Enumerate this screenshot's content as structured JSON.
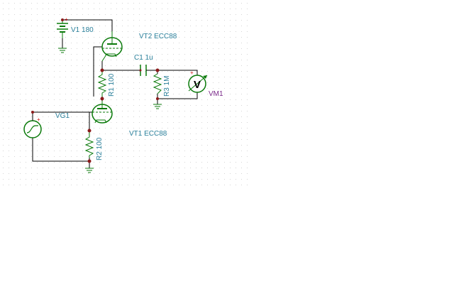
{
  "colors": {
    "wire": "#000000",
    "component": "#0a7a0a",
    "label": "#2a7f9a",
    "meter_label": "#7b2a8a",
    "node": "#8b1a1a",
    "polarity": "#cc1111",
    "grid_dot": "#d4d4d4",
    "background": "#ffffff"
  },
  "components": {
    "v1": {
      "name": "V1",
      "value": "180"
    },
    "vt2": {
      "name": "VT2",
      "model": "ECC88"
    },
    "vt1": {
      "name": "VT1",
      "model": "ECC88"
    },
    "c1": {
      "name": "C1",
      "value": "1u"
    },
    "r1": {
      "name": "R1",
      "value": "100"
    },
    "r2": {
      "name": "R2",
      "value": "100"
    },
    "r3": {
      "name": "R3",
      "value": "1M"
    },
    "vg1": {
      "name": "VG1"
    },
    "vm1": {
      "name": "VM1",
      "symbol": "V"
    }
  },
  "polarity": {
    "plus": "+"
  }
}
